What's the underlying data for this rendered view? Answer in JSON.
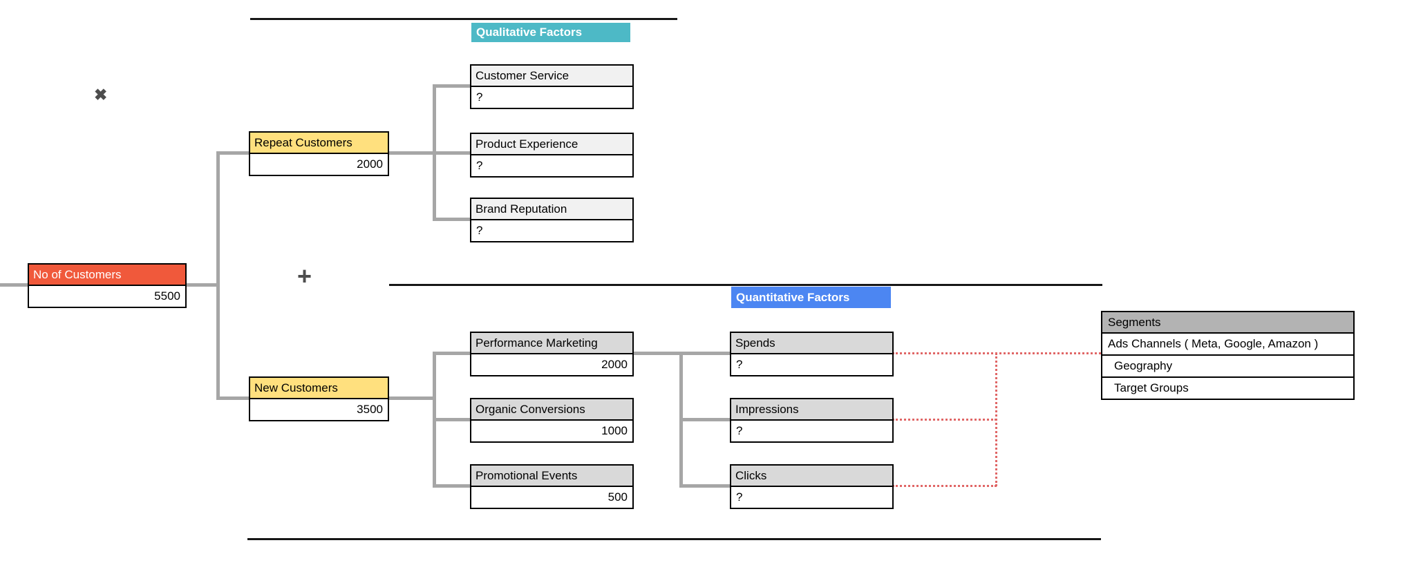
{
  "colors": {
    "orange": "#F0593B",
    "yellow": "#FFE07E",
    "teal": "#4DB9C6",
    "blue": "#4C86F2",
    "lightgray": "#F1F1F1",
    "midgray": "#D9D9D9",
    "darkgray": "#B3B3B3",
    "connector": "#A6A6A6",
    "red": "#E06666",
    "line": "#161616",
    "symbol": "#4D4D4D"
  },
  "symbols": {
    "multiply": "✖",
    "plus": "+"
  },
  "root": {
    "label": "No of Customers",
    "value": "5500"
  },
  "branches": [
    {
      "label": "Repeat Customers",
      "value": "2000"
    },
    {
      "label": "New Customers",
      "value": "3500"
    }
  ],
  "qualitative": {
    "header": "Qualitative Factors",
    "items": [
      {
        "label": "Customer Service",
        "value": "?"
      },
      {
        "label": "Product Experience",
        "value": "?"
      },
      {
        "label": "Brand Reputation",
        "value": "?"
      }
    ]
  },
  "quantitative": {
    "header": "Quantitative Factors",
    "sources": [
      {
        "label": "Performance Marketing",
        "value": "2000"
      },
      {
        "label": "Organic Conversions",
        "value": "1000"
      },
      {
        "label": "Promotional Events",
        "value": "500"
      }
    ],
    "metrics": [
      {
        "label": "Spends",
        "value": "?"
      },
      {
        "label": "Impressions",
        "value": "?"
      },
      {
        "label": "Clicks",
        "value": "?"
      }
    ]
  },
  "segments": {
    "header": "Segments",
    "rows": [
      "Ads Channels ( Meta, Google, Amazon )",
      "Geography",
      "Target Groups"
    ]
  }
}
